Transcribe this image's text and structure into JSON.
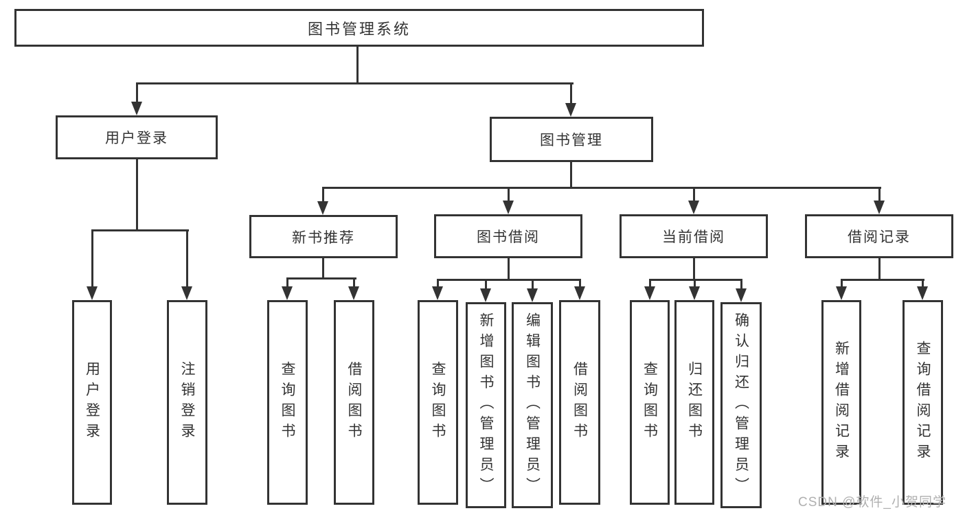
{
  "diagram": {
    "type": "hierarchy-tree",
    "root": "图书管理系统",
    "branches": [
      {
        "label": "用户登录",
        "children": [
          {
            "label": "用户登录"
          },
          {
            "label": "注销登录"
          }
        ]
      },
      {
        "label": "图书管理",
        "children": [
          {
            "label": "新书推荐",
            "children": [
              {
                "label": "查询图书"
              },
              {
                "label": "借阅图书"
              }
            ]
          },
          {
            "label": "图书借阅",
            "children": [
              {
                "label": "查询图书"
              },
              {
                "label": "新增图书（管理员）"
              },
              {
                "label": "编辑图书（管理员）"
              },
              {
                "label": "借阅图书"
              }
            ]
          },
          {
            "label": "当前借阅",
            "children": [
              {
                "label": "查询图书"
              },
              {
                "label": "归还图书"
              },
              {
                "label": "确认归还（管理员）"
              }
            ]
          },
          {
            "label": "借阅记录",
            "children": [
              {
                "label": "新增借阅记录"
              },
              {
                "label": "查询借阅记录"
              }
            ]
          }
        ]
      }
    ]
  },
  "watermark": "CSDN @软件_小贺同学",
  "colors": {
    "line": "#333333",
    "text": "#333333",
    "background": "#ffffff",
    "watermark": "#b0b0b0"
  }
}
